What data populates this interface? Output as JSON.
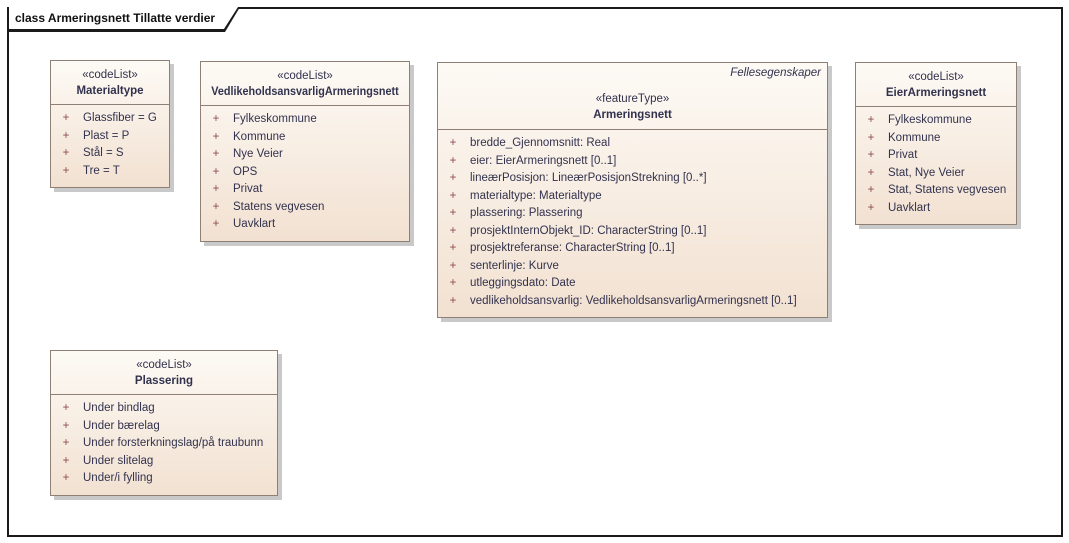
{
  "frame": {
    "title": "class Armeringsnett Tillatte verdier"
  },
  "visibility": "+",
  "colors": {
    "frame_border": "#1a1a1a",
    "box_fill_top": "#fdfaf5",
    "box_fill_bottom": "#f2e1d1",
    "box_border": "#8f8076",
    "box_shadow": "#c9c9c9",
    "text": "#32324e",
    "plus": "#8c4a50"
  },
  "boxes": {
    "materialtype": {
      "stereotype": "«codeList»",
      "name": "Materialtype",
      "items": [
        "Glassfiber = G",
        "Plast = P",
        "Stål = S",
        "Tre = T"
      ]
    },
    "vedlikeholdsansvarlig": {
      "stereotype": "«codeList»",
      "name": "VedlikeholdsansvarligArmeringsnett",
      "items": [
        "Fylkeskommune",
        "Kommune",
        "Nye Veier",
        "OPS",
        "Privat",
        "Statens vegvesen",
        "Uavklart"
      ]
    },
    "armeringsnett": {
      "banner": "Fellesegenskaper",
      "stereotype": "«featureType»",
      "name": "Armeringsnett",
      "attributes": [
        "bredde_Gjennomsnitt: Real",
        "eier: EierArmeringsnett [0..1]",
        "lineærPosisjon: LineærPosisjonStrekning [0..*]",
        "materialtype: Materialtype",
        "plassering: Plassering",
        "prosjektInternObjekt_ID: CharacterString [0..1]",
        "prosjektreferanse: CharacterString [0..1]",
        "senterlinje: Kurve",
        "utleggingsdato: Date",
        "vedlikeholdsansvarlig: VedlikeholdsansvarligArmeringsnett [0..1]"
      ]
    },
    "eier": {
      "stereotype": "«codeList»",
      "name": "EierArmeringsnett",
      "items": [
        "Fylkeskommune",
        "Kommune",
        "Privat",
        "Stat, Nye Veier",
        "Stat, Statens vegvesen",
        "Uavklart"
      ]
    },
    "plassering": {
      "stereotype": "«codeList»",
      "name": "Plassering",
      "items": [
        "Under bindlag",
        "Under bærelag",
        "Under forsterkningslag/på traubunn",
        "Under slitelag",
        "Under/i fylling"
      ]
    }
  }
}
